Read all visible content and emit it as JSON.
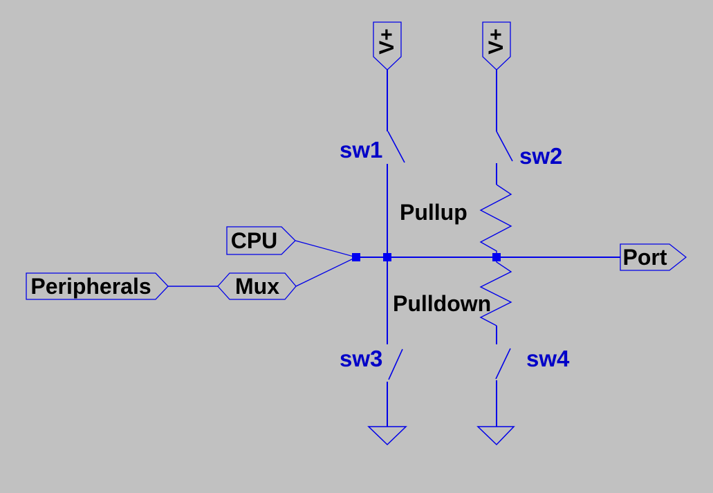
{
  "colors": {
    "background": "#c1c1c1",
    "wire": "#0000e8",
    "junction": "#0000f0",
    "net_label_text": "#0000c8",
    "component_label_text": "#000000"
  },
  "schematic": {
    "power_flags": [
      {
        "label": "V+"
      },
      {
        "label": "V+"
      }
    ],
    "switches": [
      {
        "id": "sw1",
        "label": "sw1"
      },
      {
        "id": "sw2",
        "label": "sw2"
      },
      {
        "id": "sw3",
        "label": "sw3"
      },
      {
        "id": "sw4",
        "label": "sw4"
      }
    ],
    "resistors": [
      {
        "id": "pullup",
        "label": "Pullup"
      },
      {
        "id": "pulldown",
        "label": "Pulldown"
      }
    ],
    "net_flags": [
      {
        "id": "cpu",
        "label": "CPU"
      },
      {
        "id": "mux",
        "label": "Mux"
      },
      {
        "id": "peripherals",
        "label": "Peripherals"
      },
      {
        "id": "port",
        "label": "Port"
      }
    ],
    "ground_count": 2
  }
}
